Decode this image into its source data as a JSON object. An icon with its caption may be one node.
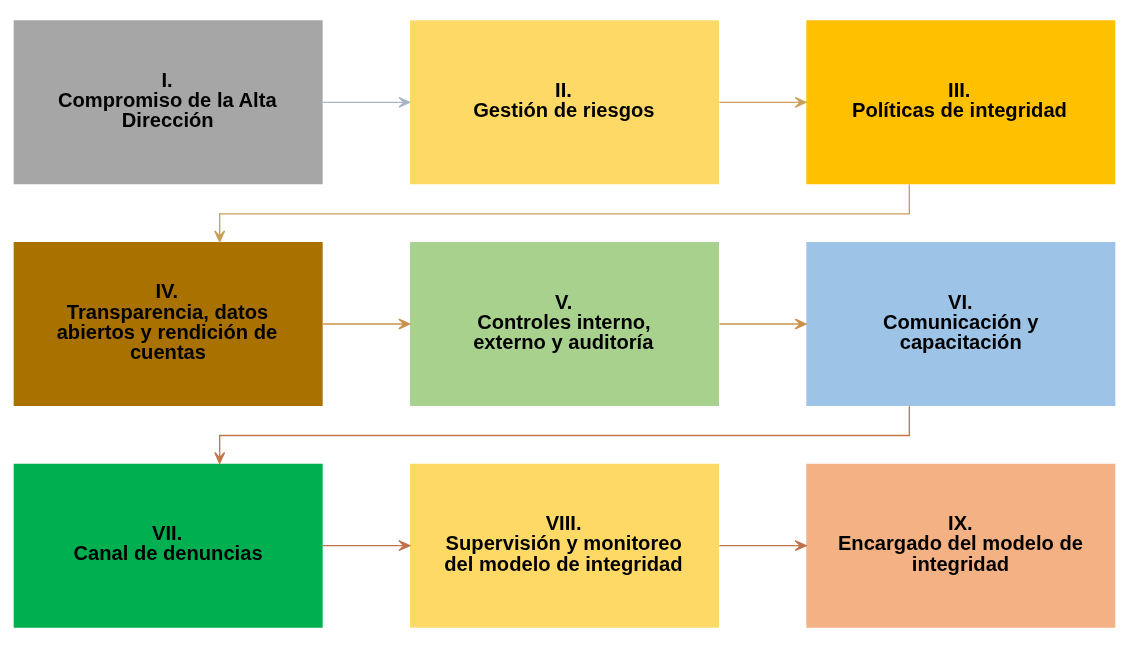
{
  "diagram": {
    "nodes": [
      {
        "text": [
          "I.",
          "Compromiso de la Alta Dirección"
        ]
      },
      {
        "text": [
          "II.",
          "Gestión de riesgos"
        ]
      },
      {
        "text": [
          "III.",
          "Políticas de integridad"
        ]
      },
      {
        "text": [
          "IV.",
          "Transparencia, datos abiertos y rendición de cuentas"
        ]
      },
      {
        "text": [
          "V.",
          "Controles interno, externo y auditoría"
        ]
      },
      {
        "text": [
          "VI.",
          "Comunicación y capacitación"
        ]
      },
      {
        "text": [
          "VII.",
          "Canal de denuncias"
        ]
      },
      {
        "text": [
          "VIII.",
          "Supervisión y monitoreo del modelo de integridad"
        ]
      },
      {
        "text": [
          "IX.",
          "Encargado del modelo de integridad"
        ]
      }
    ],
    "edges": [
      {
        "from": 0,
        "to": 1,
        "arrow": "to",
        "color": "#a9b4c8"
      },
      {
        "from": 1,
        "to": 2,
        "arrow": "to"
      },
      {
        "from": 2,
        "to": 3,
        "arrow": "to"
      },
      {
        "from": 3,
        "to": 4,
        "arrow": "to",
        "color": "#c8904a"
      },
      {
        "from": 4,
        "to": 5,
        "arrow": "to",
        "color": "#c8904a"
      },
      {
        "from": 5,
        "to": 6,
        "arrow": "to",
        "color": "#c0784a"
      },
      {
        "from": 6,
        "to": 7,
        "arrow": "to",
        "color": "#c0704a"
      },
      {
        "from": 7,
        "to": 8,
        "arrow": "to",
        "color": "#c0704a"
      }
    ]
  }
}
